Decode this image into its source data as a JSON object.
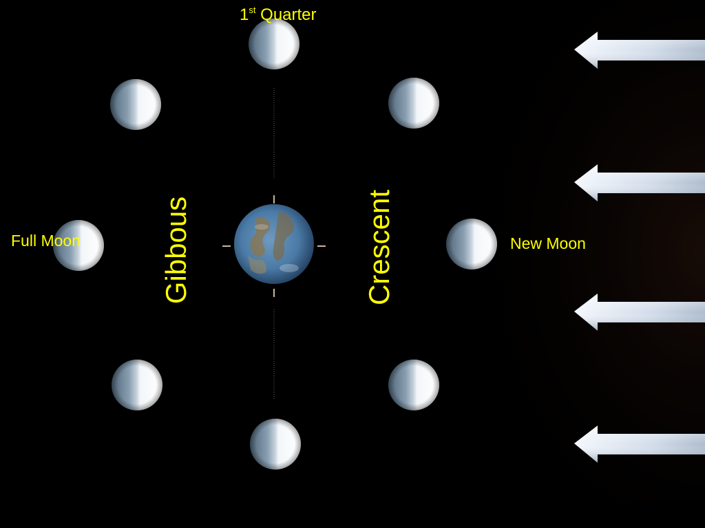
{
  "labels": {
    "first_quarter_num": "1",
    "first_quarter_sup": "st",
    "first_quarter_word": "Quarter",
    "full_moon": "Full Moon",
    "new_moon": "New Moon",
    "gibbous": "Gibbous",
    "crescent": "Crescent"
  },
  "colors": {
    "background": "#000000",
    "label": "#ffff00",
    "moon_lit": "#f2f5f8",
    "moon_dark": "#5f7588",
    "earth": "#4a7aa6",
    "arrow": "#dfe8f5"
  },
  "icons": {
    "sunlight": "left-arrow-icon",
    "earth": "earth-icon",
    "moon": "moon-icon"
  }
}
